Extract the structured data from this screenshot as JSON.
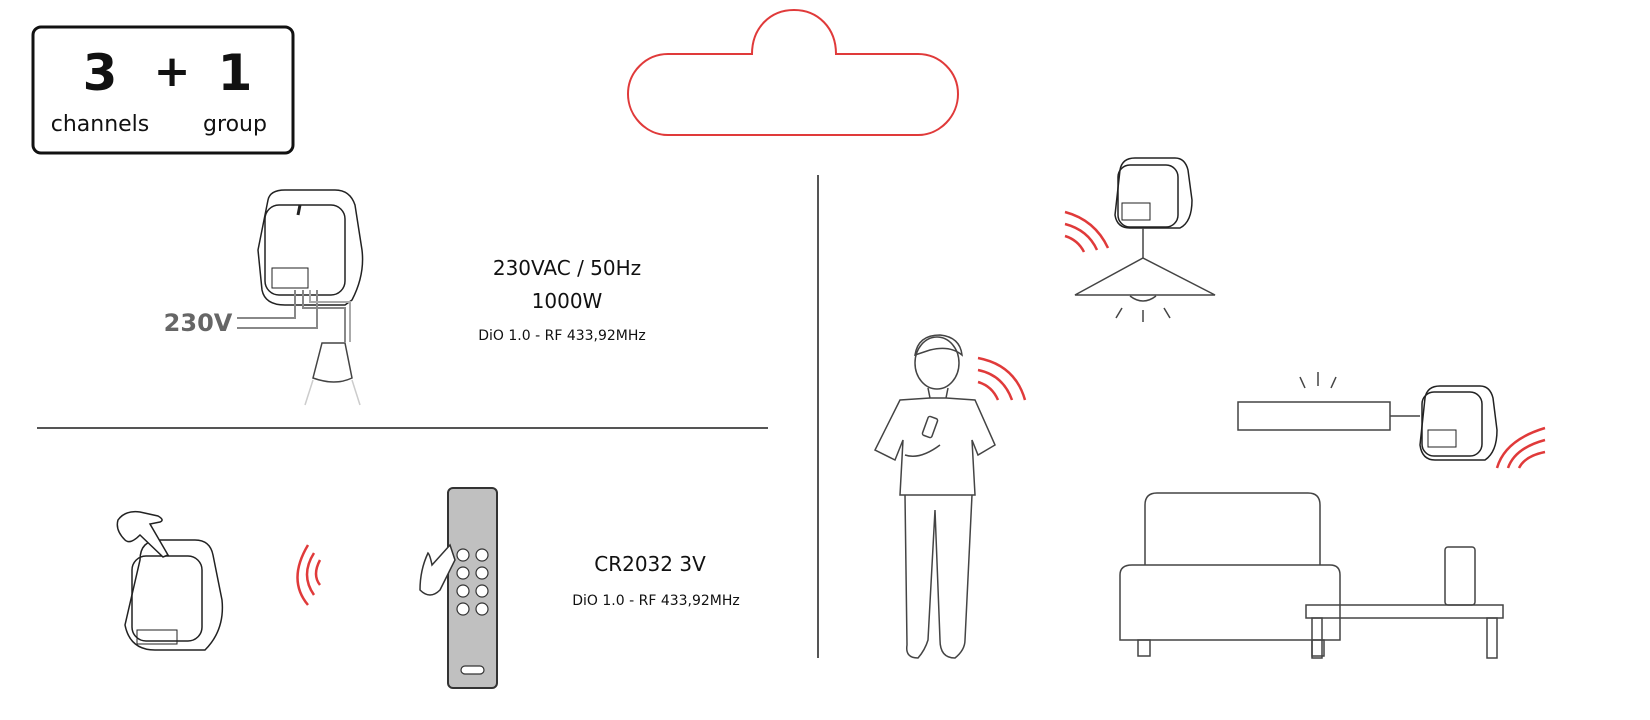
{
  "badge": {
    "channels_count": "3",
    "plus": "+",
    "group_count": "1",
    "channels_label": "channels",
    "group_label": "group"
  },
  "specs_module": {
    "voltage": "230VAC / 50Hz",
    "power": "1000W",
    "protocol": "DiO 1.0 - RF 433,92MHz",
    "input_label": "230V"
  },
  "specs_remote": {
    "battery": "CR2032 3V",
    "protocol": "DiO 1.0 - RF 433,92MHz"
  },
  "colors": {
    "accent": "#e03a3a",
    "line": "#555555",
    "remote": "#c0c0c0"
  }
}
